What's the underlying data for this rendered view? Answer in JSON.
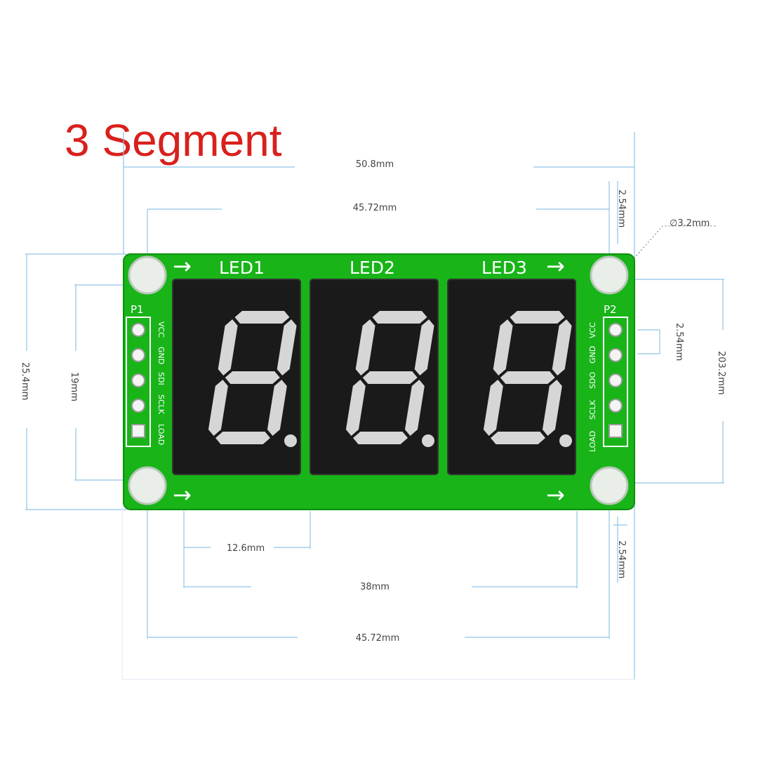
{
  "title": "3 Segment",
  "dimensions": {
    "top_overall": "50.8mm",
    "top_holes": "45.72mm",
    "right_top_margin": "2.54mm",
    "hole_diameter": "∅3.2mm",
    "pin_pitch": "2.54mm",
    "right_height": "203.2mm",
    "left_height": "25.4mm",
    "left_inner": "19mm",
    "digit_width": "12.6mm",
    "display_width": "38mm",
    "bottom_holes": "45.72mm",
    "right_bottom_margin": "2.54mm"
  },
  "board": {
    "color": "#18b418",
    "digit_labels": [
      "LED1",
      "LED2",
      "LED3"
    ],
    "p1_label": "P1",
    "p2_label": "P2",
    "p1_pins": [
      "VCC",
      "GND",
      "SDI",
      "SCLK",
      "LOAD"
    ],
    "p2_pins": [
      "VCC",
      "GND",
      "SDO",
      "SCLK",
      "LOAD"
    ],
    "arrow_glyph": "→"
  },
  "colors": {
    "title": "#d9201c",
    "pcb": "#18b418",
    "dimension_line": "#8fc4e6",
    "display_body": "#1a1a1a",
    "segment": "#d6d6d6"
  }
}
